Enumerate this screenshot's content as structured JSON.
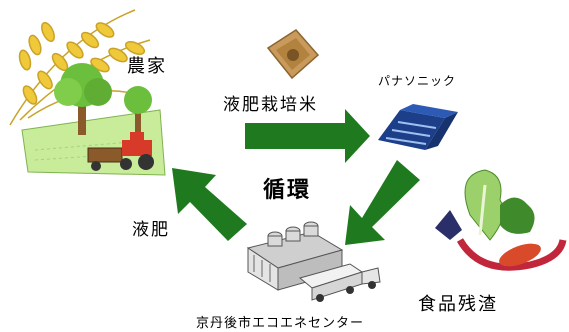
{
  "labels": {
    "farmer": "農家",
    "rice": "液肥栽培米",
    "company": "パナソニック",
    "cycle": "循環",
    "liquid_fertilizer": "液肥",
    "food_waste": "食品残渣",
    "center": "京丹後市エコエネセンター"
  },
  "colors": {
    "arrow": "#1f7a1f",
    "text": "#000000"
  }
}
